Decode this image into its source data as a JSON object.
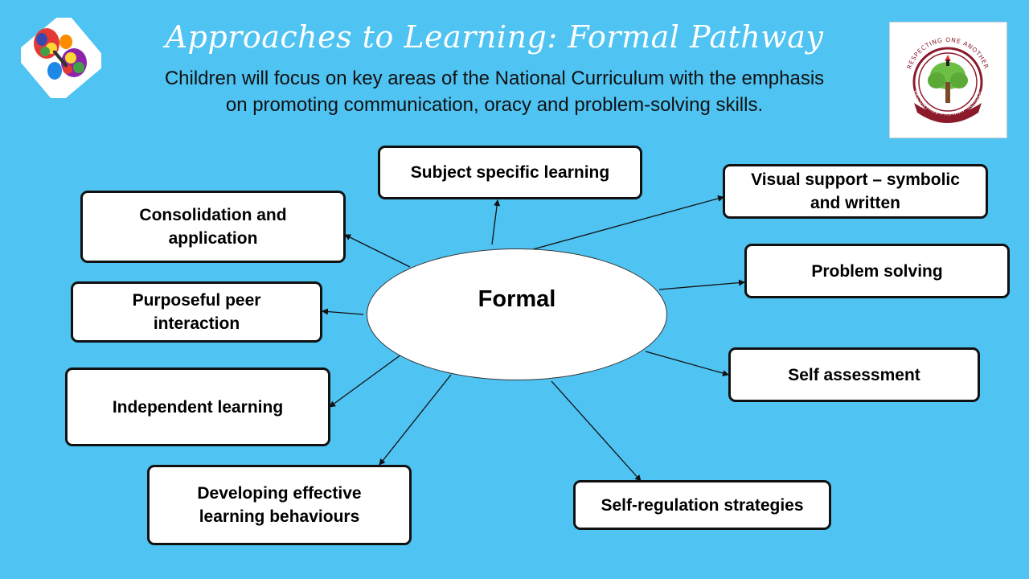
{
  "title": "Approaches to Learning: Formal Pathway",
  "subtitle_line1": "Children will focus on key areas of the National Curriculum with the emphasis",
  "subtitle_line2": "on promoting communication, oracy and problem-solving skills.",
  "center": {
    "label": "Formal"
  },
  "nodes": {
    "subject": "Subject specific learning",
    "visual_l1": "Visual support – symbolic",
    "visual_l2": "and written",
    "consolidation_l1": "Consolidation and",
    "consolidation_l2": "application",
    "problem": "Problem solving",
    "peer_l1": "Purposeful peer",
    "peer_l2": "interaction",
    "self_assessment": "Self assessment",
    "independent": "Independent learning",
    "behaviours_l1": "Developing effective",
    "behaviours_l2": "learning behaviours",
    "self_regulation": "Self-regulation strategies"
  },
  "school_logo": {
    "text_top": "RESPECTING ONE ANOTHER",
    "text_bottom": "BECONTREE PRIMARY SCHOOL"
  },
  "colors": {
    "background": "#4FC3F2",
    "title": "#FFFFFF",
    "box_fill": "#FFFFFF",
    "box_border": "#111111",
    "logo_ring": "#8B1A2B"
  },
  "icons": [
    "butterfly-puzzle-logo",
    "school-tree-crest-logo"
  ]
}
